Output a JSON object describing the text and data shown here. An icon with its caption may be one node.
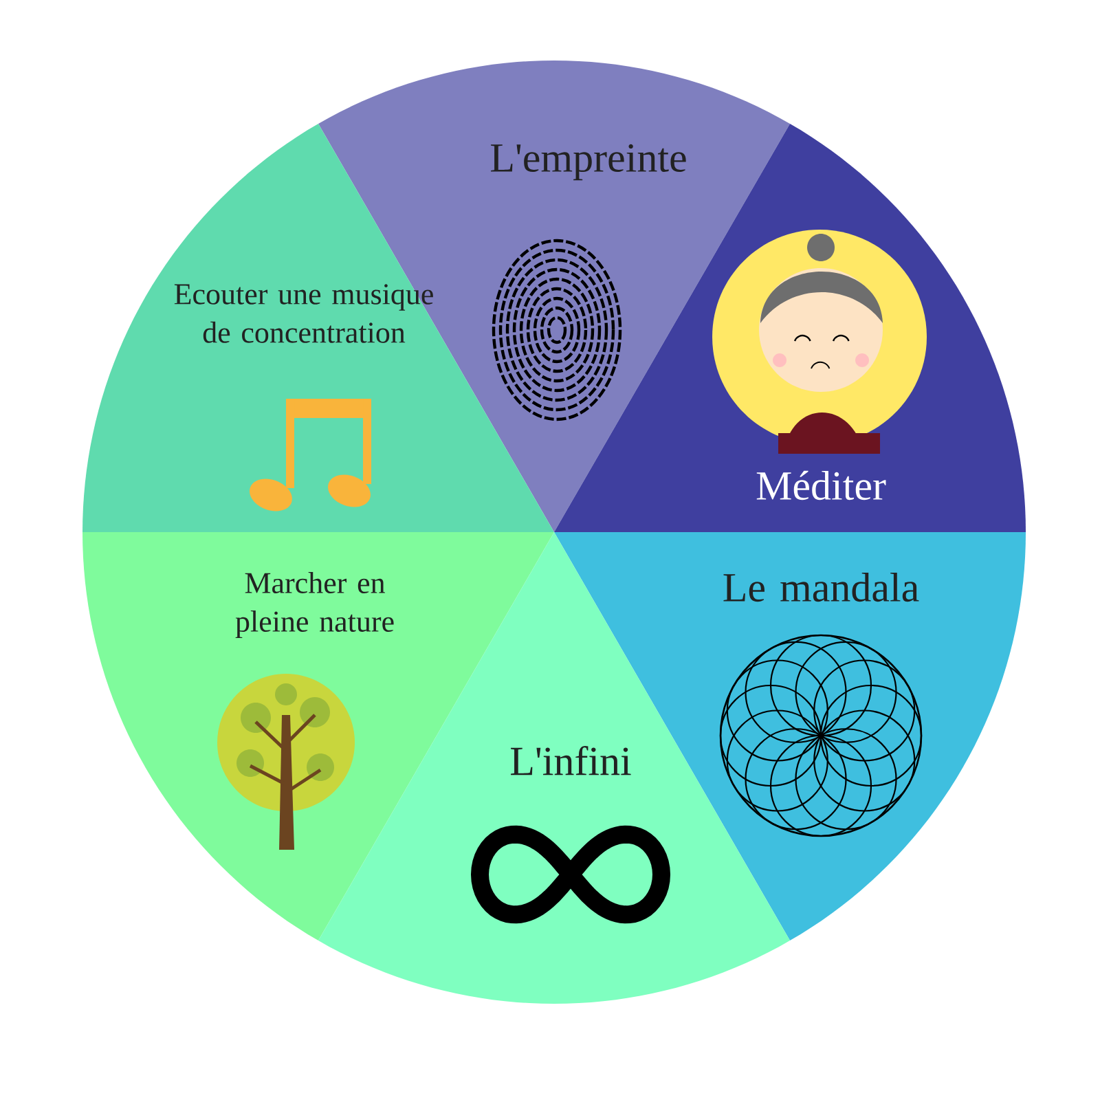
{
  "diagram": {
    "nodes": [
      {
        "text": [
          "L'empreinte"
        ]
      },
      {
        "text": [
          "Ecouter une musique de concentration"
        ]
      },
      {
        "text": [
          "Méditer"
        ]
      },
      {
        "text": [
          "Le mandala"
        ]
      },
      {
        "text": [
          "Marcher en pleine nature"
        ]
      },
      {
        "text": [
          "L'infini"
        ]
      }
    ]
  }
}
